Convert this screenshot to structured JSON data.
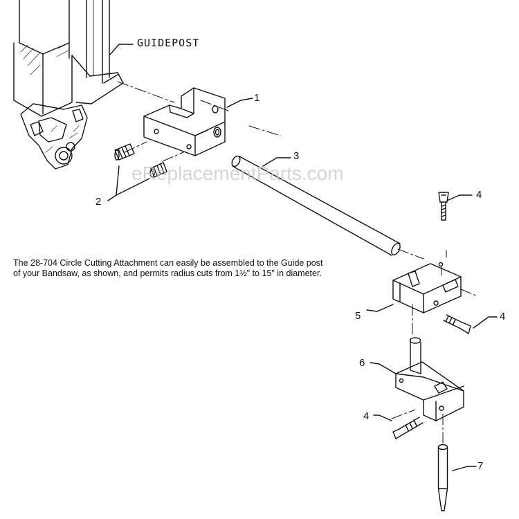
{
  "title_label": "GUIDEPOST",
  "watermark": "eReplacementParts.com",
  "description": {
    "line1": "The 28-704 Circle Cutting Attachment can easily be assembled to the Guide post",
    "line2": "of your Bandsaw, as shown, and permits radius cuts from 1½\" to 15\" in diameter."
  },
  "callouts": {
    "c1": "1",
    "c2": "2",
    "c3": "3",
    "c4a": "4",
    "c4b": "4",
    "c4c": "4",
    "c5": "5",
    "c6": "6",
    "c7": "7"
  }
}
